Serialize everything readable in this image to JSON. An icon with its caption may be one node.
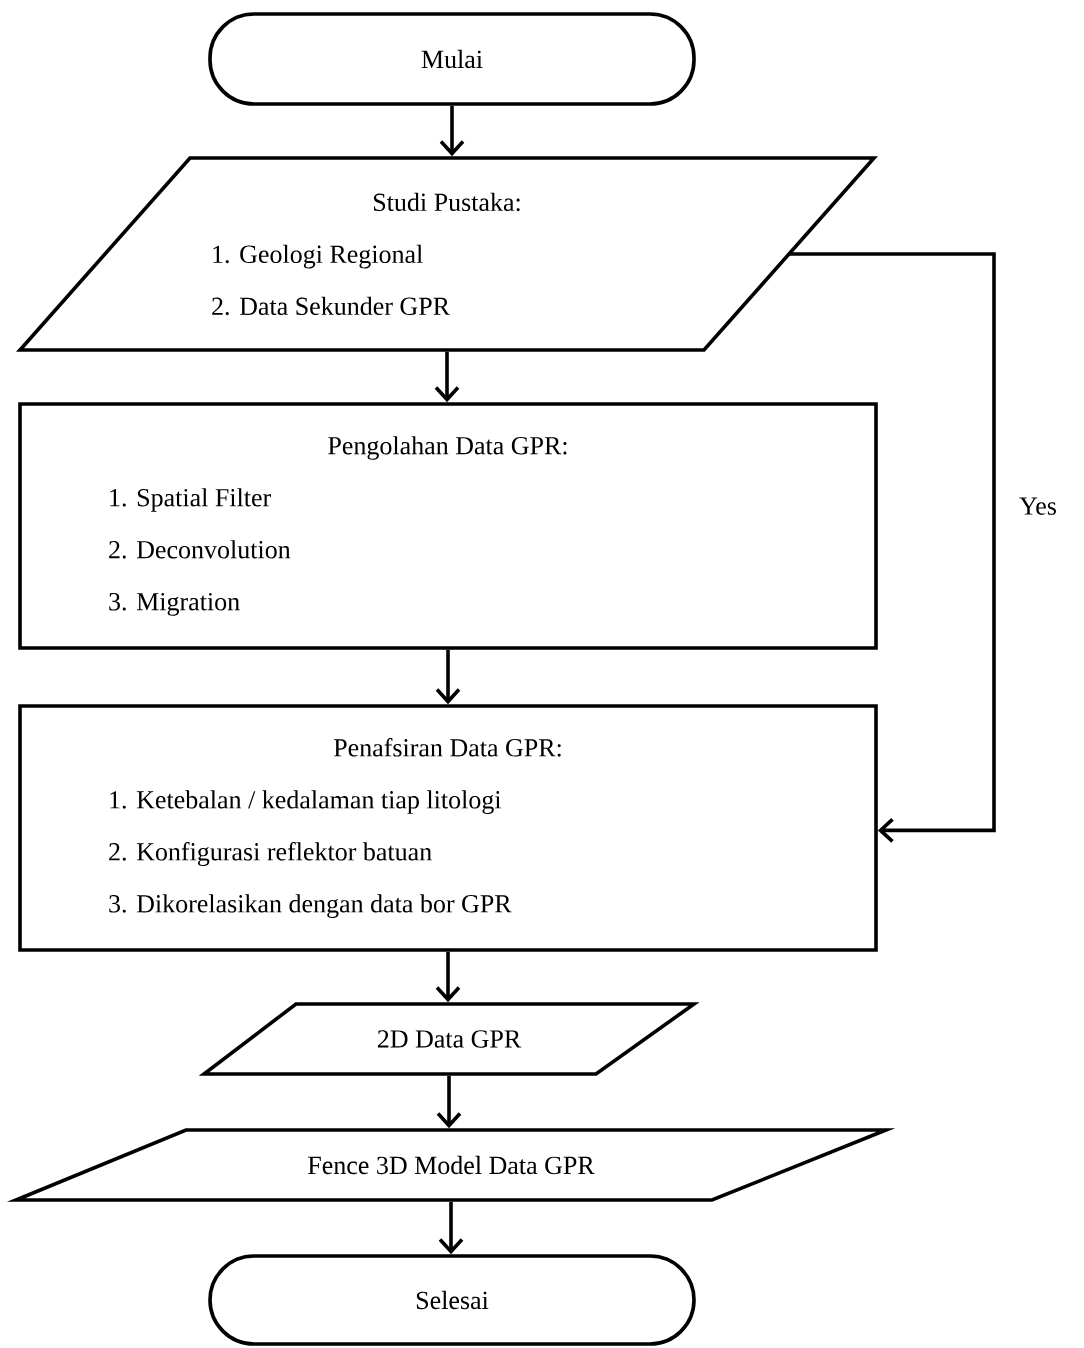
{
  "diagram": {
    "nodes": [
      {
        "text": [
          "Mulai"
        ]
      },
      {
        "text": [
          "Studi Pustaka:",
          "1. Geologi Regional",
          "2. Data Sekunder GPR"
        ]
      },
      {
        "text": [
          "Pengolahan Data GPR:",
          "1. Spatial Filter",
          "2. Deconvolution",
          "3. Migration"
        ]
      },
      {
        "text": [
          "Penafsiran Data GPR:",
          "1. Ketebalan / kedalaman tiap litologi",
          "2. Konfigurasi reflektor batuan",
          "3. Dikorelasikan dengan data bor GPR"
        ]
      },
      {
        "text": [
          "2D Data GPR"
        ]
      },
      {
        "text": [
          "Fence 3D Model Data GPR"
        ]
      },
      {
        "text": [
          "Selesai"
        ]
      }
    ],
    "edges": [
      {
        "from": 0,
        "to": 1,
        "arrow": "to"
      },
      {
        "from": 1,
        "to": 2,
        "arrow": "to"
      },
      {
        "from": 2,
        "to": 3,
        "arrow": "to"
      },
      {
        "from": 3,
        "to": 4,
        "arrow": "to"
      },
      {
        "from": 4,
        "to": 5,
        "arrow": "to"
      },
      {
        "from": 5,
        "to": 6,
        "arrow": "to"
      },
      {
        "from": 1,
        "to": 3,
        "arrow": "to",
        "label": "Yes"
      }
    ]
  }
}
